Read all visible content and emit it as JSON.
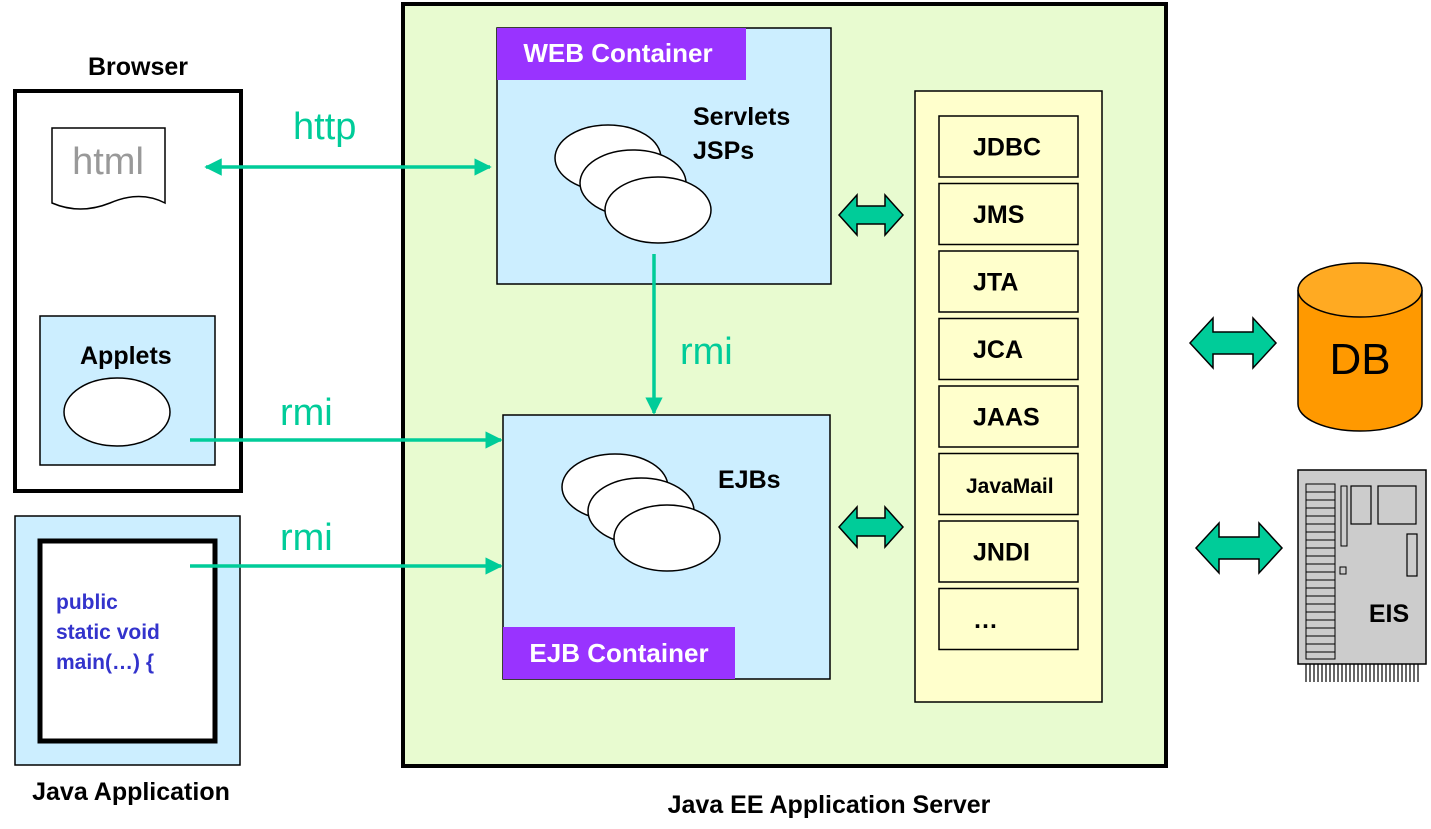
{
  "browser": {
    "title": "Browser",
    "html_doc": "html",
    "applets_label": "Applets"
  },
  "java_app": {
    "title": "Java Application",
    "code_line1": "public",
    "code_line2": "static void",
    "code_line3": "main(…) {"
  },
  "server": {
    "title": "Java EE Application Server",
    "web_container": {
      "header": "WEB Container",
      "line1": "Servlets",
      "line2": "JSPs"
    },
    "ejb_container": {
      "header": "EJB Container",
      "label": "EJBs"
    },
    "services": [
      "JDBC",
      "JMS",
      "JTA",
      "JCA",
      "JAAS",
      "JavaMail",
      "JNDI",
      "…"
    ]
  },
  "connections": {
    "http": "http",
    "rmi_web_ejb": "rmi",
    "rmi_applet": "rmi",
    "rmi_app": "rmi"
  },
  "external": {
    "db": "DB",
    "eis": "EIS"
  },
  "colors": {
    "server_bg": "#e8fbd0",
    "container_bg": "#cceeff",
    "purple": "#9933ff",
    "services_bg": "#ffffcc",
    "arrow": "#00cc99",
    "db_orange": "#ff9900",
    "eis_gray": "#cccccc",
    "code_blue": "#3333cc"
  }
}
